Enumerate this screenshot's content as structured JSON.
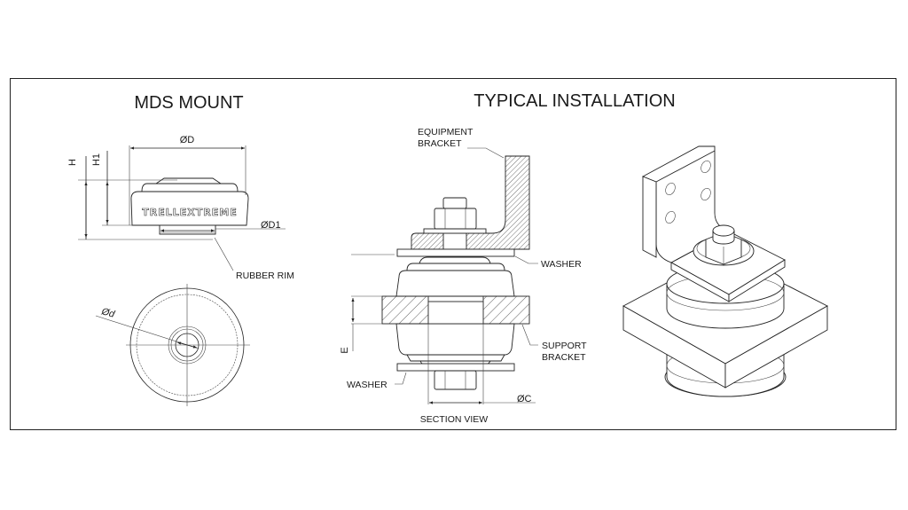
{
  "left_panel": {
    "title": "MDS MOUNT",
    "dimensions": {
      "outer_diameter": "ØD",
      "rim_diameter": "ØD1",
      "height": "H",
      "height_1": "H1",
      "hole_diameter": "Ød"
    },
    "callouts": {
      "rubber_rim": "RUBBER RIM"
    },
    "logo_text": "TRELLEXTREME"
  },
  "right_panel": {
    "title": "TYPICAL INSTALLATION",
    "callouts": {
      "equipment_bracket_line1": "EQUIPMENT",
      "equipment_bracket_line2": "BRACKET",
      "washer_top": "WASHER",
      "support_bracket_line1": "SUPPORT",
      "support_bracket_line2": "BRACKET",
      "washer_bottom": "WASHER"
    },
    "dimensions": {
      "thickness": "E",
      "bore_diameter": "ØC"
    },
    "section_caption": "SECTION VIEW"
  },
  "colors": {
    "line": "#222222",
    "background": "#ffffff"
  }
}
